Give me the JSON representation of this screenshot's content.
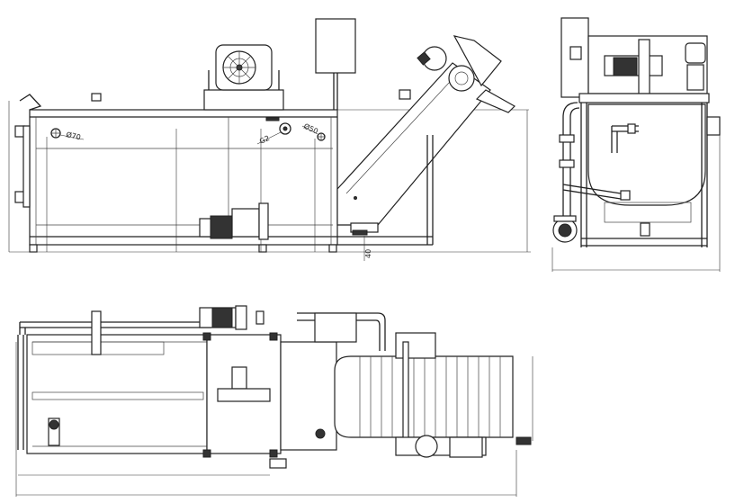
{
  "drawing": {
    "labels": {
      "hole_diameter_left": "Ø70",
      "hole_diameter_right": "Ø50",
      "thread_size": "G2",
      "height_dimension": "40"
    },
    "colors": {
      "line": "#222222",
      "background": "#ffffff"
    }
  }
}
